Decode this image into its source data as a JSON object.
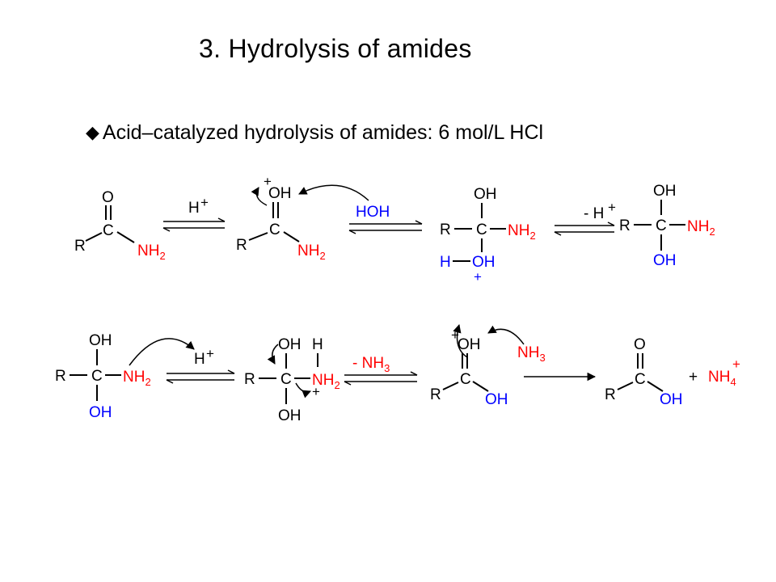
{
  "title": "3. Hydrolysis of amides",
  "bullet": {
    "icon": "diamond-bullet-icon",
    "text": "Acid–catalyzed hydrolysis of amides: 6 mol/L HCl"
  },
  "colors": {
    "text": "#000000",
    "highlight_red": "#ff0000",
    "highlight_blue": "#0000ff"
  },
  "scheme": {
    "atoms": {
      "R": "R",
      "C": "C",
      "O": "O",
      "OH": "OH",
      "H": "H",
      "NH": "NH",
      "sub2": "2",
      "sub3": "3",
      "sub4": "4",
      "plus": "+",
      "minus_plus": "+"
    },
    "reagents": {
      "h_plus_1": "H",
      "hoh": "HOH",
      "minus_h_plus": "- H",
      "h_plus_2": "H",
      "minus_nh3": "- NH",
      "nh3": "NH",
      "plus_sign": "+"
    }
  }
}
